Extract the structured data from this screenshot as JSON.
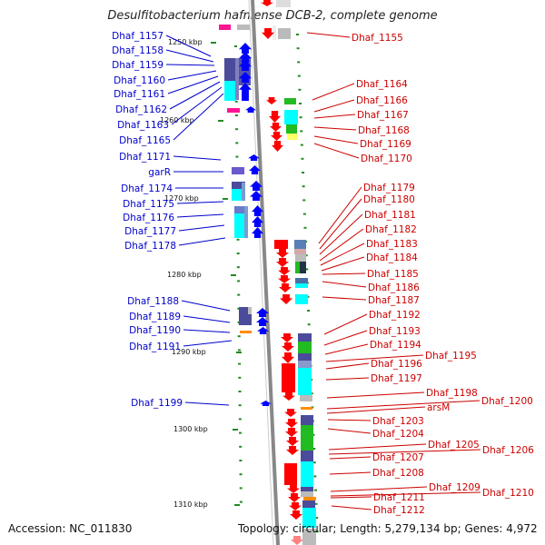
{
  "title": "Desulfitobacterium hafniense DCB-2, complete genome",
  "footer": {
    "accession": "Accession: NC_011830",
    "topology": "Topology: circular; Length: 5,279,134 bp; Genes: 4,972"
  },
  "colors": {
    "label_forward": "#0000cc",
    "label_reverse": "#cc0000",
    "backbone": "#888888",
    "tick": "#228b22",
    "forward_arrow": "#0000ff",
    "reverse_arrow": "#ff0000",
    "cyan_feature": "#00ffff",
    "navy_feature": "#4b4b9b",
    "green_feature": "#22bb22",
    "orange_feature": "#ff8c00",
    "magenta_feature": "#ff1493",
    "gray_feature": "#bbbbbb"
  },
  "scale": {
    "ticks": [
      {
        "label": "1250 kbp"
      },
      {
        "label": "1260 kbp"
      },
      {
        "label": "1270 kbp"
      },
      {
        "label": "1280 kbp"
      },
      {
        "label": "1290 kbp"
      },
      {
        "label": "1300 kbp"
      },
      {
        "label": "1310 kbp"
      }
    ]
  },
  "forward_genes": [
    "Dhaf_1157",
    "Dhaf_1158",
    "Dhaf_1159",
    "Dhaf_1160",
    "Dhaf_1161",
    "Dhaf_1162",
    "Dhaf_1163",
    "Dhaf_1165",
    "Dhaf_1171",
    "garR",
    "Dhaf_1174",
    "Dhaf_1175",
    "Dhaf_1176",
    "Dhaf_1177",
    "Dhaf_1178",
    "Dhaf_1188",
    "Dhaf_1189",
    "Dhaf_1190",
    "Dhaf_1191",
    "Dhaf_1199"
  ],
  "reverse_genes": [
    "Dhaf_1155",
    "Dhaf_1164",
    "Dhaf_1166",
    "Dhaf_1167",
    "Dhaf_1168",
    "Dhaf_1169",
    "Dhaf_1170",
    "Dhaf_1179",
    "Dhaf_1180",
    "Dhaf_1181",
    "Dhaf_1182",
    "Dhaf_1183",
    "Dhaf_1184",
    "Dhaf_1185",
    "Dhaf_1186",
    "Dhaf_1187",
    "Dhaf_1192",
    "Dhaf_1193",
    "Dhaf_1194",
    "Dhaf_1195",
    "Dhaf_1196",
    "Dhaf_1197",
    "Dhaf_1198",
    "Dhaf_1200",
    "arsM",
    "Dhaf_1203",
    "Dhaf_1204",
    "Dhaf_1205",
    "Dhaf_1206",
    "Dhaf_1207",
    "Dhaf_1208",
    "Dhaf_1209",
    "Dhaf_1210",
    "Dhaf_1211",
    "Dhaf_1212"
  ]
}
